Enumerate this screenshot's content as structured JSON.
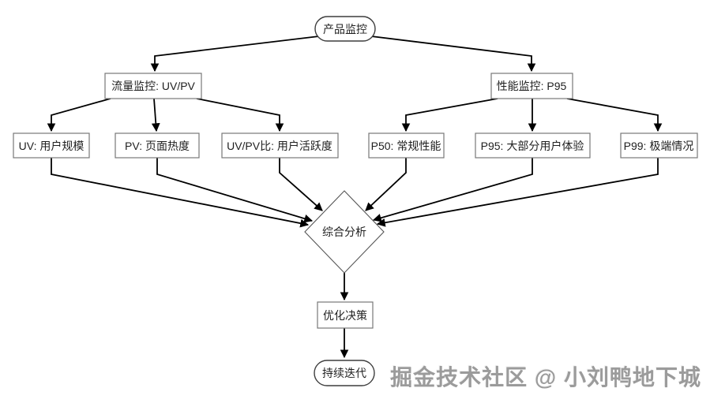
{
  "diagram": {
    "nodes": {
      "product": "产品监控",
      "traffic": "流量监控: UV/PV",
      "performance": "性能监控: P95",
      "uv": "UV: 用户规模",
      "pv": "PV: 页面热度",
      "uv_pv_ratio": "UV/PV比: 用户活跃度",
      "p50": "P50: 常规性能",
      "p95": "P95: 大部分用户体验",
      "p99": "P99: 极端情况",
      "analysis": "综合分析",
      "decision": "优化决策",
      "iteration": "持续迭代"
    },
    "watermark": "掘金技术社区 @ 小刘鸭地下城"
  },
  "theme": {
    "background": "#ffffff",
    "edge": "#000000",
    "box-border": "#777777",
    "stadium-border": "#3d3d3d",
    "diamond-border": "#555555",
    "text": "#1f1f1f",
    "watermark": "#9b9b9b"
  }
}
